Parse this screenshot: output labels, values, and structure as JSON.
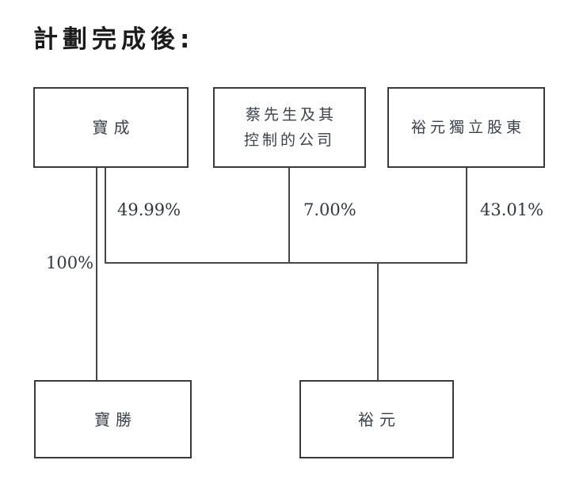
{
  "page": {
    "title": "計劃完成後:"
  },
  "diagram": {
    "type": "ownership-structure",
    "entities": {
      "pou_chen": {
        "label": "寶成"
      },
      "tsai_companies": {
        "label": "蔡先生及其\n控制的公司"
      },
      "yue_yuen_independent_shareholders": {
        "label": "裕元獨立股東"
      },
      "pou_sheng": {
        "label": "寶勝"
      },
      "yue_yuen": {
        "label": "裕元"
      }
    },
    "ownerships": [
      {
        "from": "寶成",
        "to": "寶勝",
        "pct": "100%"
      },
      {
        "from": "寶成",
        "to": "裕元",
        "pct": "49.99%"
      },
      {
        "from": "蔡先生及其控制的公司",
        "to": "裕元",
        "pct": "7.00%"
      },
      {
        "from": "裕元獨立股東",
        "to": "裕元",
        "pct": "43.01%"
      }
    ],
    "colors": {
      "line": "#474747",
      "box_border": "#3a3a3a",
      "text": "#3c414a",
      "title": "#1b1b1b",
      "background": "#ffffff"
    }
  }
}
